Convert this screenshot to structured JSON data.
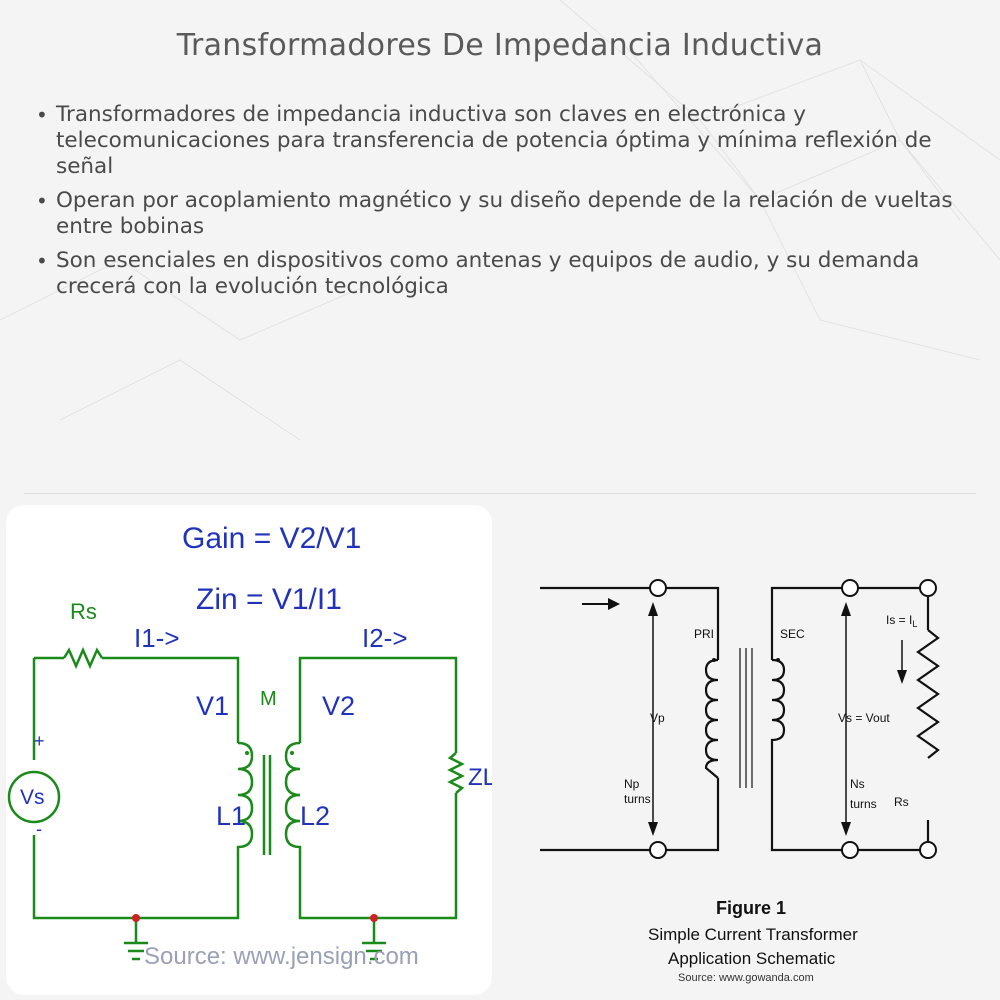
{
  "title": "Transformadores De Impedancia Inductiva",
  "bullets": [
    "Transformadores de impedancia inductiva son claves en electrónica y telecomunicaciones para transferencia de potencia óptima y mínima reflexión de señal",
    "Operan por acoplamiento magnético y su diseño depende de la relación de vueltas entre bobinas",
    "Son esenciales en dispositivos como antenas y equipos de audio, y su demanda crecerá con la evolución tecnológica"
  ],
  "left_diagram": {
    "gain": "Gain = V2/V1",
    "zin": "Zin = V1/I1",
    "rs": "Rs",
    "i1": "I1->",
    "i2": "I2->",
    "v1": "V1",
    "m": "M",
    "v2": "V2",
    "vs": "Vs",
    "plus": "+",
    "minus": "-",
    "l1": "L1",
    "l2": "L2",
    "zl": "ZL",
    "source": "Source: www.jensign.com",
    "colors": {
      "wire": "#1a8a1a",
      "label": "#2233bb",
      "rs_label": "#1a8a1a",
      "ground_dot": "#cc2222"
    }
  },
  "right_diagram": {
    "pri": "PRI",
    "sec": "SEC",
    "vp": "Vp",
    "np": "Np",
    "np_turns": "turns",
    "vs_vout": "Vs = Vout",
    "ns": "Ns",
    "ns_turns": "turns",
    "is_il": "Is = I",
    "is_il_sub": "L",
    "rs": "Rs",
    "figure": "Figure 1",
    "caption1": "Simple Current Transformer",
    "caption2": "Application Schematic",
    "source": "Source: www.gowanda.com"
  }
}
